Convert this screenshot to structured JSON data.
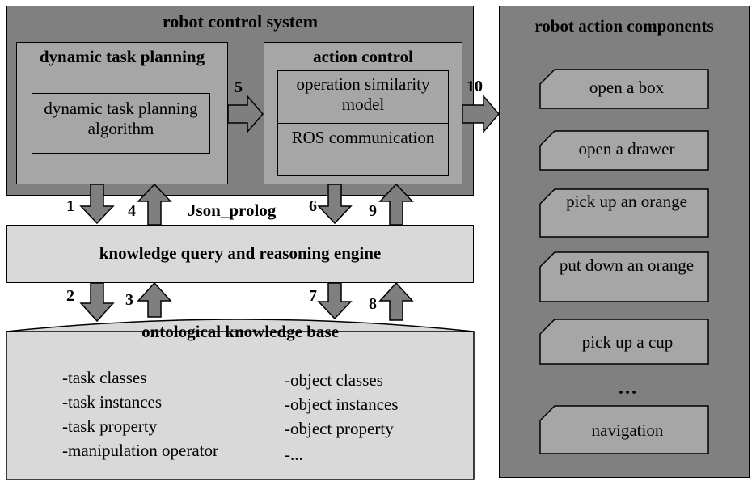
{
  "robot_control_system": {
    "title": "robot control system",
    "dynamic_task_planning": {
      "title": "dynamic task planning",
      "algorithm": "dynamic task planning algorithm"
    },
    "action_control": {
      "title": "action control",
      "model": "operation similarity model",
      "ros": "ROS communication"
    }
  },
  "engine": {
    "title": "knowledge query and reasoning engine",
    "interface_label": "Json_prolog"
  },
  "knowledge_base": {
    "title": "ontological knowledge base",
    "left_items": [
      "-task classes",
      "-task instances",
      "-task property",
      "-manipulation operator"
    ],
    "right_items": [
      "-object classes",
      "-object instances",
      "-object property",
      "-..."
    ]
  },
  "components": {
    "title": "robot action components",
    "items": [
      "open a box",
      "open a drawer",
      "pick up an orange",
      "put down an orange",
      "pick up a cup",
      "…",
      "navigation"
    ]
  },
  "arrow_labels": [
    "1",
    "2",
    "3",
    "4",
    "5",
    "6",
    "7",
    "8",
    "9",
    "10"
  ],
  "colors": {
    "outer": "#808080",
    "inner": "#a6a6a6",
    "light": "#d9d9d9",
    "arrow": "#7f7f7f"
  }
}
